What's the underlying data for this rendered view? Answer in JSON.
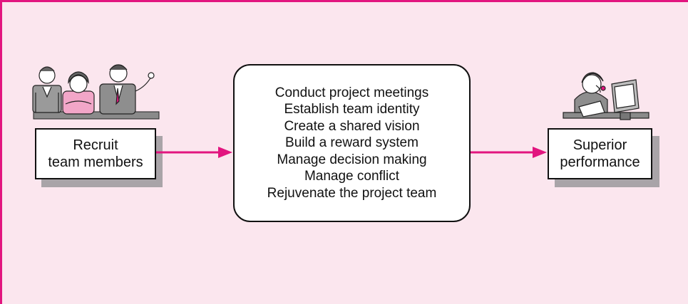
{
  "diagram": {
    "left_box": {
      "line1": "Recruit",
      "line2": "team members"
    },
    "center_box": {
      "items": [
        "Conduct project meetings",
        "Establish team identity",
        "Create a shared vision",
        "Build a reward system",
        "Manage decision making",
        "Manage conflict",
        "Rejuvenate the project team"
      ]
    },
    "right_box": {
      "line1": "Superior",
      "line2": "performance"
    },
    "colors": {
      "accent": "#e2157f",
      "background": "#fbe6ee",
      "shadow": "#a9a4a8"
    },
    "icons": {
      "left_illustration": "team-members-illustration-icon",
      "right_illustration": "worker-at-computer-illustration-icon"
    }
  }
}
